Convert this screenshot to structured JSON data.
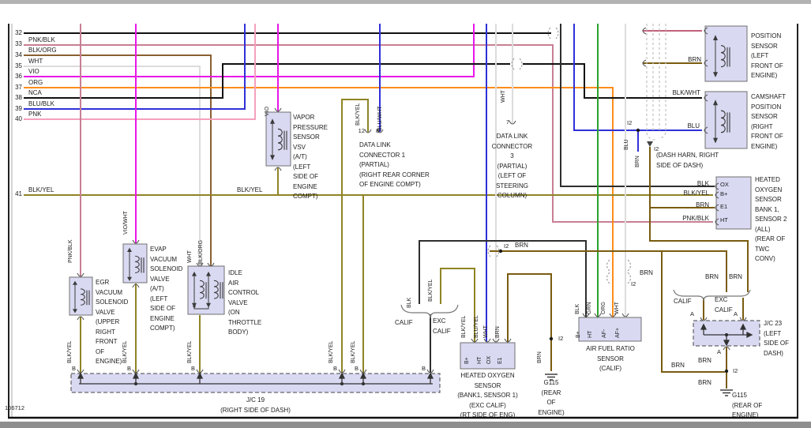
{
  "window": {
    "part_number": "106712"
  },
  "colors": {
    "blk": "#2e2e2e",
    "nca": "#111111",
    "pnk_blk": "#c87f93",
    "pnk": "#f5a0bc",
    "vio": "#e816e8",
    "org": "#ff8c1a",
    "blu": "#3030d8",
    "brn": "#7a5c10",
    "blk_yel": "#8f8426",
    "blk_org": "#8a6030",
    "grn": "#2ca02c",
    "wht": "#dcdcdc",
    "red": "#c2607a",
    "lav": "#d9d9f2",
    "box_border": "#707070",
    "dash": "#444444",
    "shield": "#c0c0c0",
    "line_thin": "#555555"
  },
  "rows": {
    "numbers": [
      "32",
      "33",
      "34",
      "35",
      "36",
      "37",
      "38",
      "39",
      "40",
      "41"
    ],
    "labels": [
      "PNK/BLK",
      "BLK/ORG",
      "WHT",
      "VIO",
      "ORG",
      "NCA",
      "BLU/BLK",
      "PNK",
      "BLK/YEL"
    ]
  },
  "wl": {
    "pnk_blk": "PNK/BLK",
    "blk_org": "BLK/ORG",
    "wht": "WHT",
    "vio": "VIO",
    "org": "ORG",
    "nca": "NCA",
    "blu_blk": "BLU/BLK",
    "pnk": "PNK",
    "blk_yel": "BLK/YEL",
    "vio_wht": "VIO/WHT",
    "blu_wht": "BLU/WHT",
    "blu_yel": "BLU/YEL",
    "blk_wht": "BLK/WHT",
    "blu": "BLU",
    "brn": "BRN",
    "blk": "BLK",
    "grn": "GRN",
    "i2": "I2",
    "a": "A",
    "b": "B",
    "calif": "CALIF",
    "exc_calif": "EXC\nCALIF",
    "p7": "7",
    "p8": "8",
    "p12": "12"
  },
  "components": {
    "vsv": {
      "title": "VAPOR\nPRESSURE\nSENSOR\nVSV\n(A/T)\n(LEFT\nSIDE OF\nENGINE\nCOMPT)"
    },
    "egr": {
      "title": "EGR\nVACUUM\nSOLENOID\nVALVE\n(UPPER\nRIGHT\nFRONT\nOF\nENGINE)"
    },
    "evap": {
      "title": "EVAP\nVACUUM\nSOLENOID\nVALVE\n(A/T)\n(LEFT\nSIDE OF\nENGINE\nCOMPT)"
    },
    "iac": {
      "title": "IDLE\nAIR\nCONTROL\nVALVE\n(ON\nTHROTTLE\nBODY)"
    },
    "dlc1": {
      "title": "DATA LINK\nCONNECTOR 1\n(PARTIAL)\n(RIGHT REAR CORNER\nOF ENGINE COMPT)"
    },
    "dlc3": {
      "title": "DATA LINK\nCONNECTOR\n3\n(PARTIAL)\n(LEFT OF\nSTEERING\nCOLUMN)"
    },
    "ps": {
      "title": "POSITION\nSENSOR\n(LEFT\nFRONT OF\nENGINE)"
    },
    "cam": {
      "title": "CAMSHAFT\nPOSITION\nSENSOR\n(RIGHT\nFRONT OF\nENGINE)"
    },
    "b1s2": {
      "title": "HEATED\nOXYGEN\nSENSOR\nBANK 1,\nSENSOR 2\n(ALL)\n(REAR OF\nTWC\nCONV)",
      "pins": [
        "OX",
        "B+",
        "E1",
        "HT"
      ]
    },
    "b1s1": {
      "title": "HEATED OXYGEN\nSENSOR\n(BANK1, SENSOR 1)\n(EXC CALIF)\n(RT SIDE OF ENG)",
      "pins": [
        "B+",
        "HT",
        "OX",
        "E1"
      ]
    },
    "afr": {
      "title": "AIR FUEL RATIO\nSENSOR\n(CALIF)",
      "pins": [
        "B+",
        "HT",
        "AF-",
        "AF+"
      ]
    },
    "jc19": {
      "title": "J/C 19\n(RIGHT SIDE OF DASH)"
    },
    "jc23": {
      "title": "J/C 23\n(LEFT\nSIDE OF\nDASH)"
    },
    "g115_mid": {
      "title": "G115\n(REAR\nOF\nENGINE)"
    },
    "g115_right": {
      "title": "G115\n(REAR OF\nENGINE)"
    },
    "dash_harn": {
      "title": "(DASH HARN, RIGHT\nSIDE OF DASH)"
    }
  }
}
